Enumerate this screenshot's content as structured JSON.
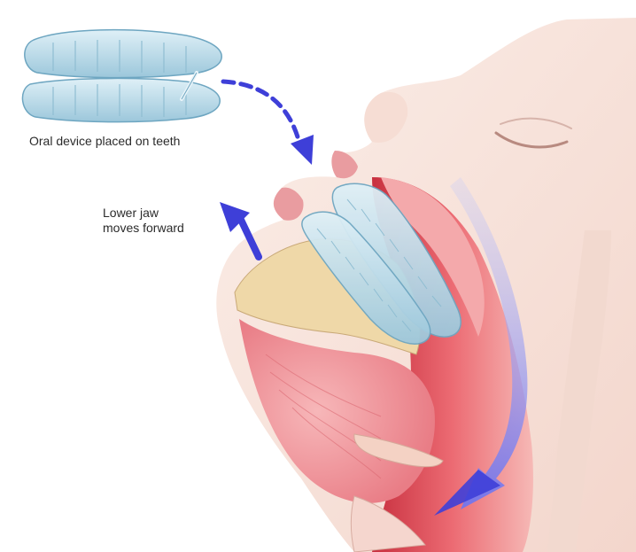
{
  "labels": {
    "device": "Oral device placed on teeth",
    "jaw_line1": "Lower jaw",
    "jaw_line2": "moves forward"
  },
  "colors": {
    "arrow": "#3e3fd8",
    "airflow": "#8a8ff0",
    "skin": "#f7e3dc",
    "tissue": "#e04a5a",
    "bone": "#efd8a8",
    "device": "#a9d3e6"
  }
}
